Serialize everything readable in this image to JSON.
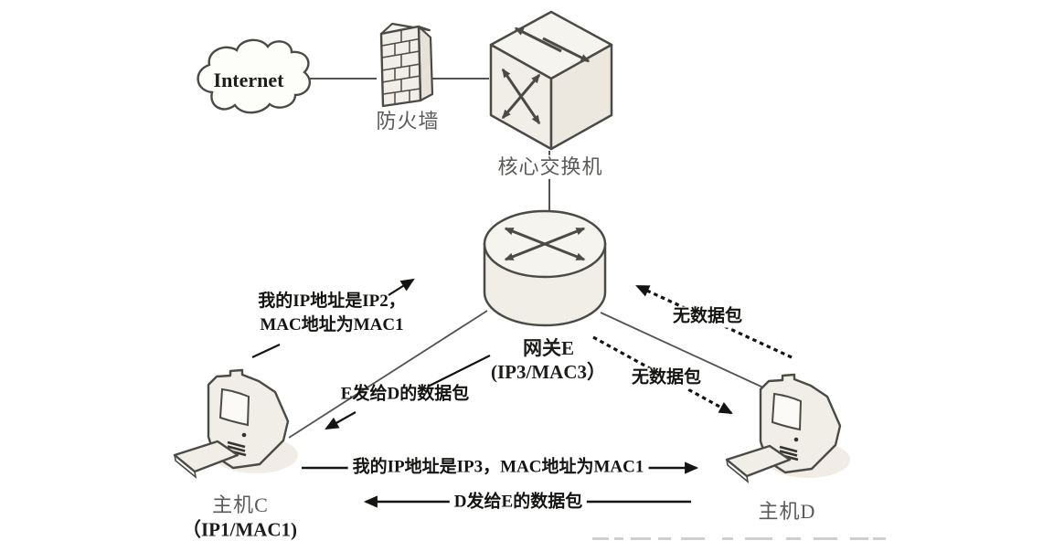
{
  "nodes": {
    "internet": {
      "label": "Internet"
    },
    "firewall": {
      "label": "防火墙"
    },
    "core_switch": {
      "label": "核心交换机"
    },
    "gateway_e": {
      "name": "网关E",
      "address": "(IP3/MAC3）"
    },
    "host_c": {
      "name": "主机C",
      "address": "（IP1/MAC1)"
    },
    "host_d": {
      "name": "主机D"
    }
  },
  "messages": {
    "arp_spoof_to_gateway_line1": "我的IP地址是IP2，",
    "arp_spoof_to_gateway_line2": "MAC地址为MAC1",
    "packet_e_to_d": "E发给D的数据包",
    "no_packet_to_gateway": "无数据包",
    "no_packet_to_host_d": "无数据包",
    "arp_spoof_to_host_d": "我的IP地址是IP3，MAC地址为MAC1",
    "packet_d_to_e": "D发给E的数据包"
  },
  "colors": {
    "background": "#ffffff",
    "device_fill": "#f1eee8",
    "device_side_fill": "#e7e2d9",
    "outline": "#4a4a47",
    "label_gray": "#5a5a58",
    "text_black": "#1d1d1b",
    "shadow": "#ece6dc"
  }
}
